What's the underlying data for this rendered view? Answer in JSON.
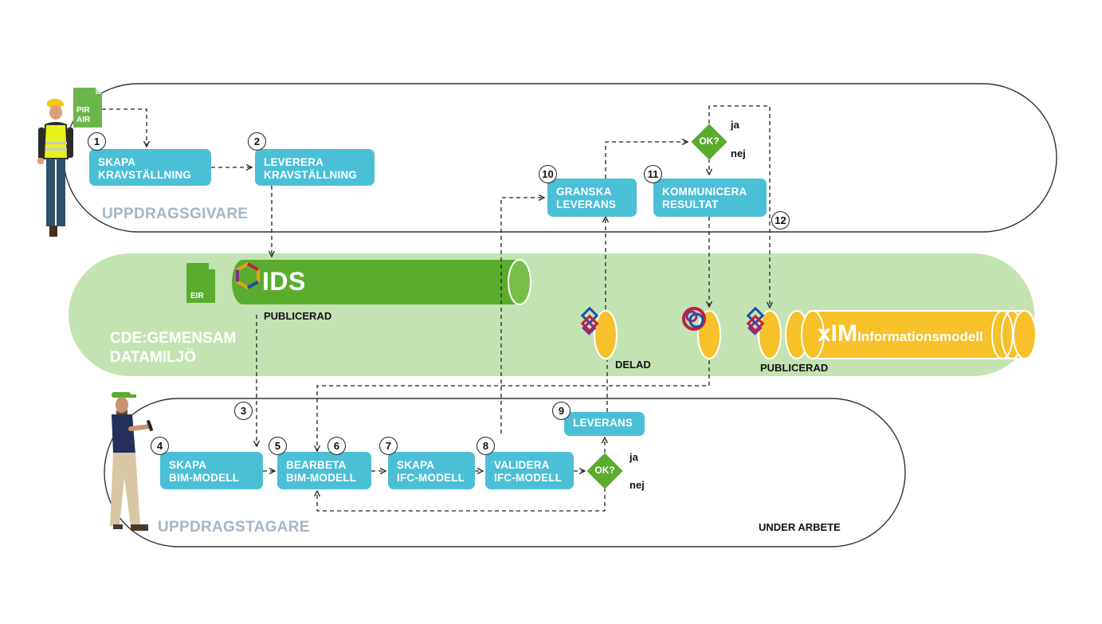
{
  "roles": {
    "client": "UPPDRAGSGIVARE",
    "cde_line1": "CDE:GEMENSAM",
    "cde_line2": "DATAMILJÖ",
    "contractor": "UPPDRAGSTAGARE"
  },
  "documents": {
    "pir_line1": "PIR",
    "pir_line2": "AIR",
    "eir": "EIR"
  },
  "steps": [
    {
      "num": "1",
      "line1": "SKAPA",
      "line2": "KRAVSTÄLLNING"
    },
    {
      "num": "2",
      "line1": "LEVERERA",
      "line2": "KRAVSTÄLLNING"
    },
    {
      "num": "3"
    },
    {
      "num": "4",
      "line1": "SKAPA",
      "line2": "BIM-MODELL"
    },
    {
      "num": "5",
      "line1": "BEARBETA",
      "line2": "BIM-MODELL"
    },
    {
      "num": "6"
    },
    {
      "num": "7",
      "line1": "SKAPA",
      "line2": "IFC-MODELL"
    },
    {
      "num": "8",
      "line1": "VALIDERA",
      "line2": "IFC-MODELL"
    },
    {
      "num": "9",
      "line1": "LEVERANS"
    },
    {
      "num": "10",
      "line1": "GRANSKA",
      "line2": "LEVERANS"
    },
    {
      "num": "11",
      "line1": "KOMMUNICERA",
      "line2": "RESULTAT"
    },
    {
      "num": "12"
    }
  ],
  "decisions": {
    "top": {
      "label": "OK?",
      "yes": "ja",
      "no": "nej"
    },
    "bottom": {
      "label": "OK?",
      "yes": "ja",
      "no": "nej"
    }
  },
  "ids": {
    "title": "IDS",
    "status": "PUBLICERAD"
  },
  "xim": {
    "title_big": "xIM",
    "title_small": "Informationsmodell",
    "status": "PUBLICERAD"
  },
  "states": {
    "shared": "DELAD",
    "wip": "UNDER ARBETE"
  },
  "colors": {
    "box": "#4bbfd6",
    "cde_band": "#c4e3b3",
    "ids_green": "#5aac2e",
    "xim_yellow": "#f7c12a",
    "role_grey": "#a7b6c2"
  }
}
